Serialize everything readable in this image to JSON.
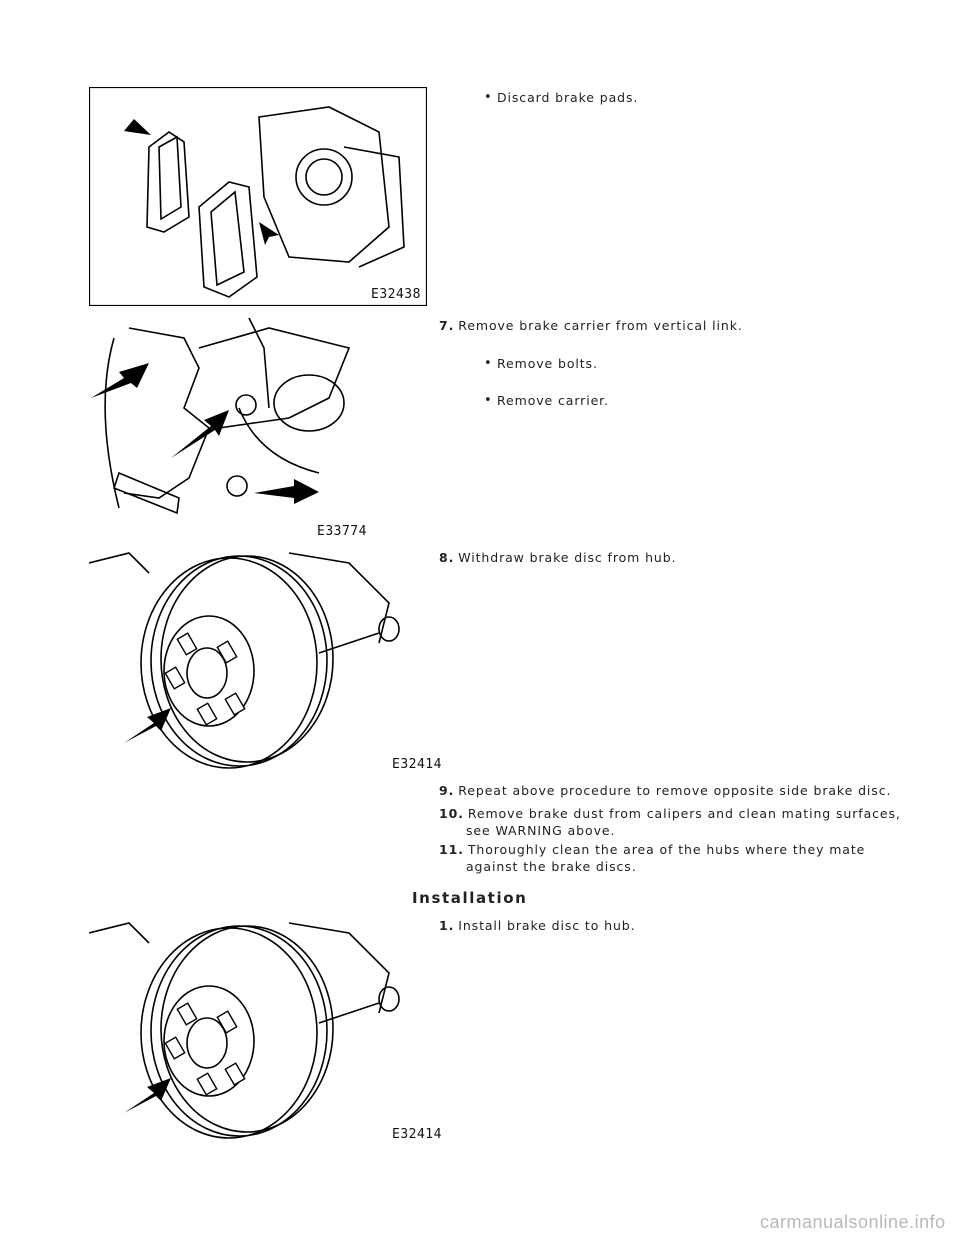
{
  "figures": [
    {
      "code": "E32438"
    },
    {
      "code": "E33774"
    },
    {
      "code": "E32414"
    },
    {
      "code": "E32414"
    }
  ],
  "steps": {
    "discard_pads": "Discard brake pads.",
    "step7": {
      "num": "7.",
      "text": "Remove brake carrier from vertical link."
    },
    "remove_bolts": "Remove bolts.",
    "remove_carrier": "Remove carrier.",
    "step8": {
      "num": "8.",
      "text": "Withdraw brake disc from hub."
    },
    "step9": {
      "num": "9.",
      "text": "Repeat above procedure to remove opposite side brake disc."
    },
    "step10": {
      "num": "10.",
      "line1": "Remove brake dust from calipers and clean mating surfaces,",
      "line2": "see WARNING above."
    },
    "step11": {
      "num": "11.",
      "line1": "Thoroughly clean the area of the hubs where they mate",
      "line2": "against the brake discs."
    }
  },
  "section_heading": "Installation",
  "install": {
    "step1": {
      "num": "1.",
      "text": "Install brake disc to hub."
    }
  },
  "watermark": "carmanualsonline.info"
}
